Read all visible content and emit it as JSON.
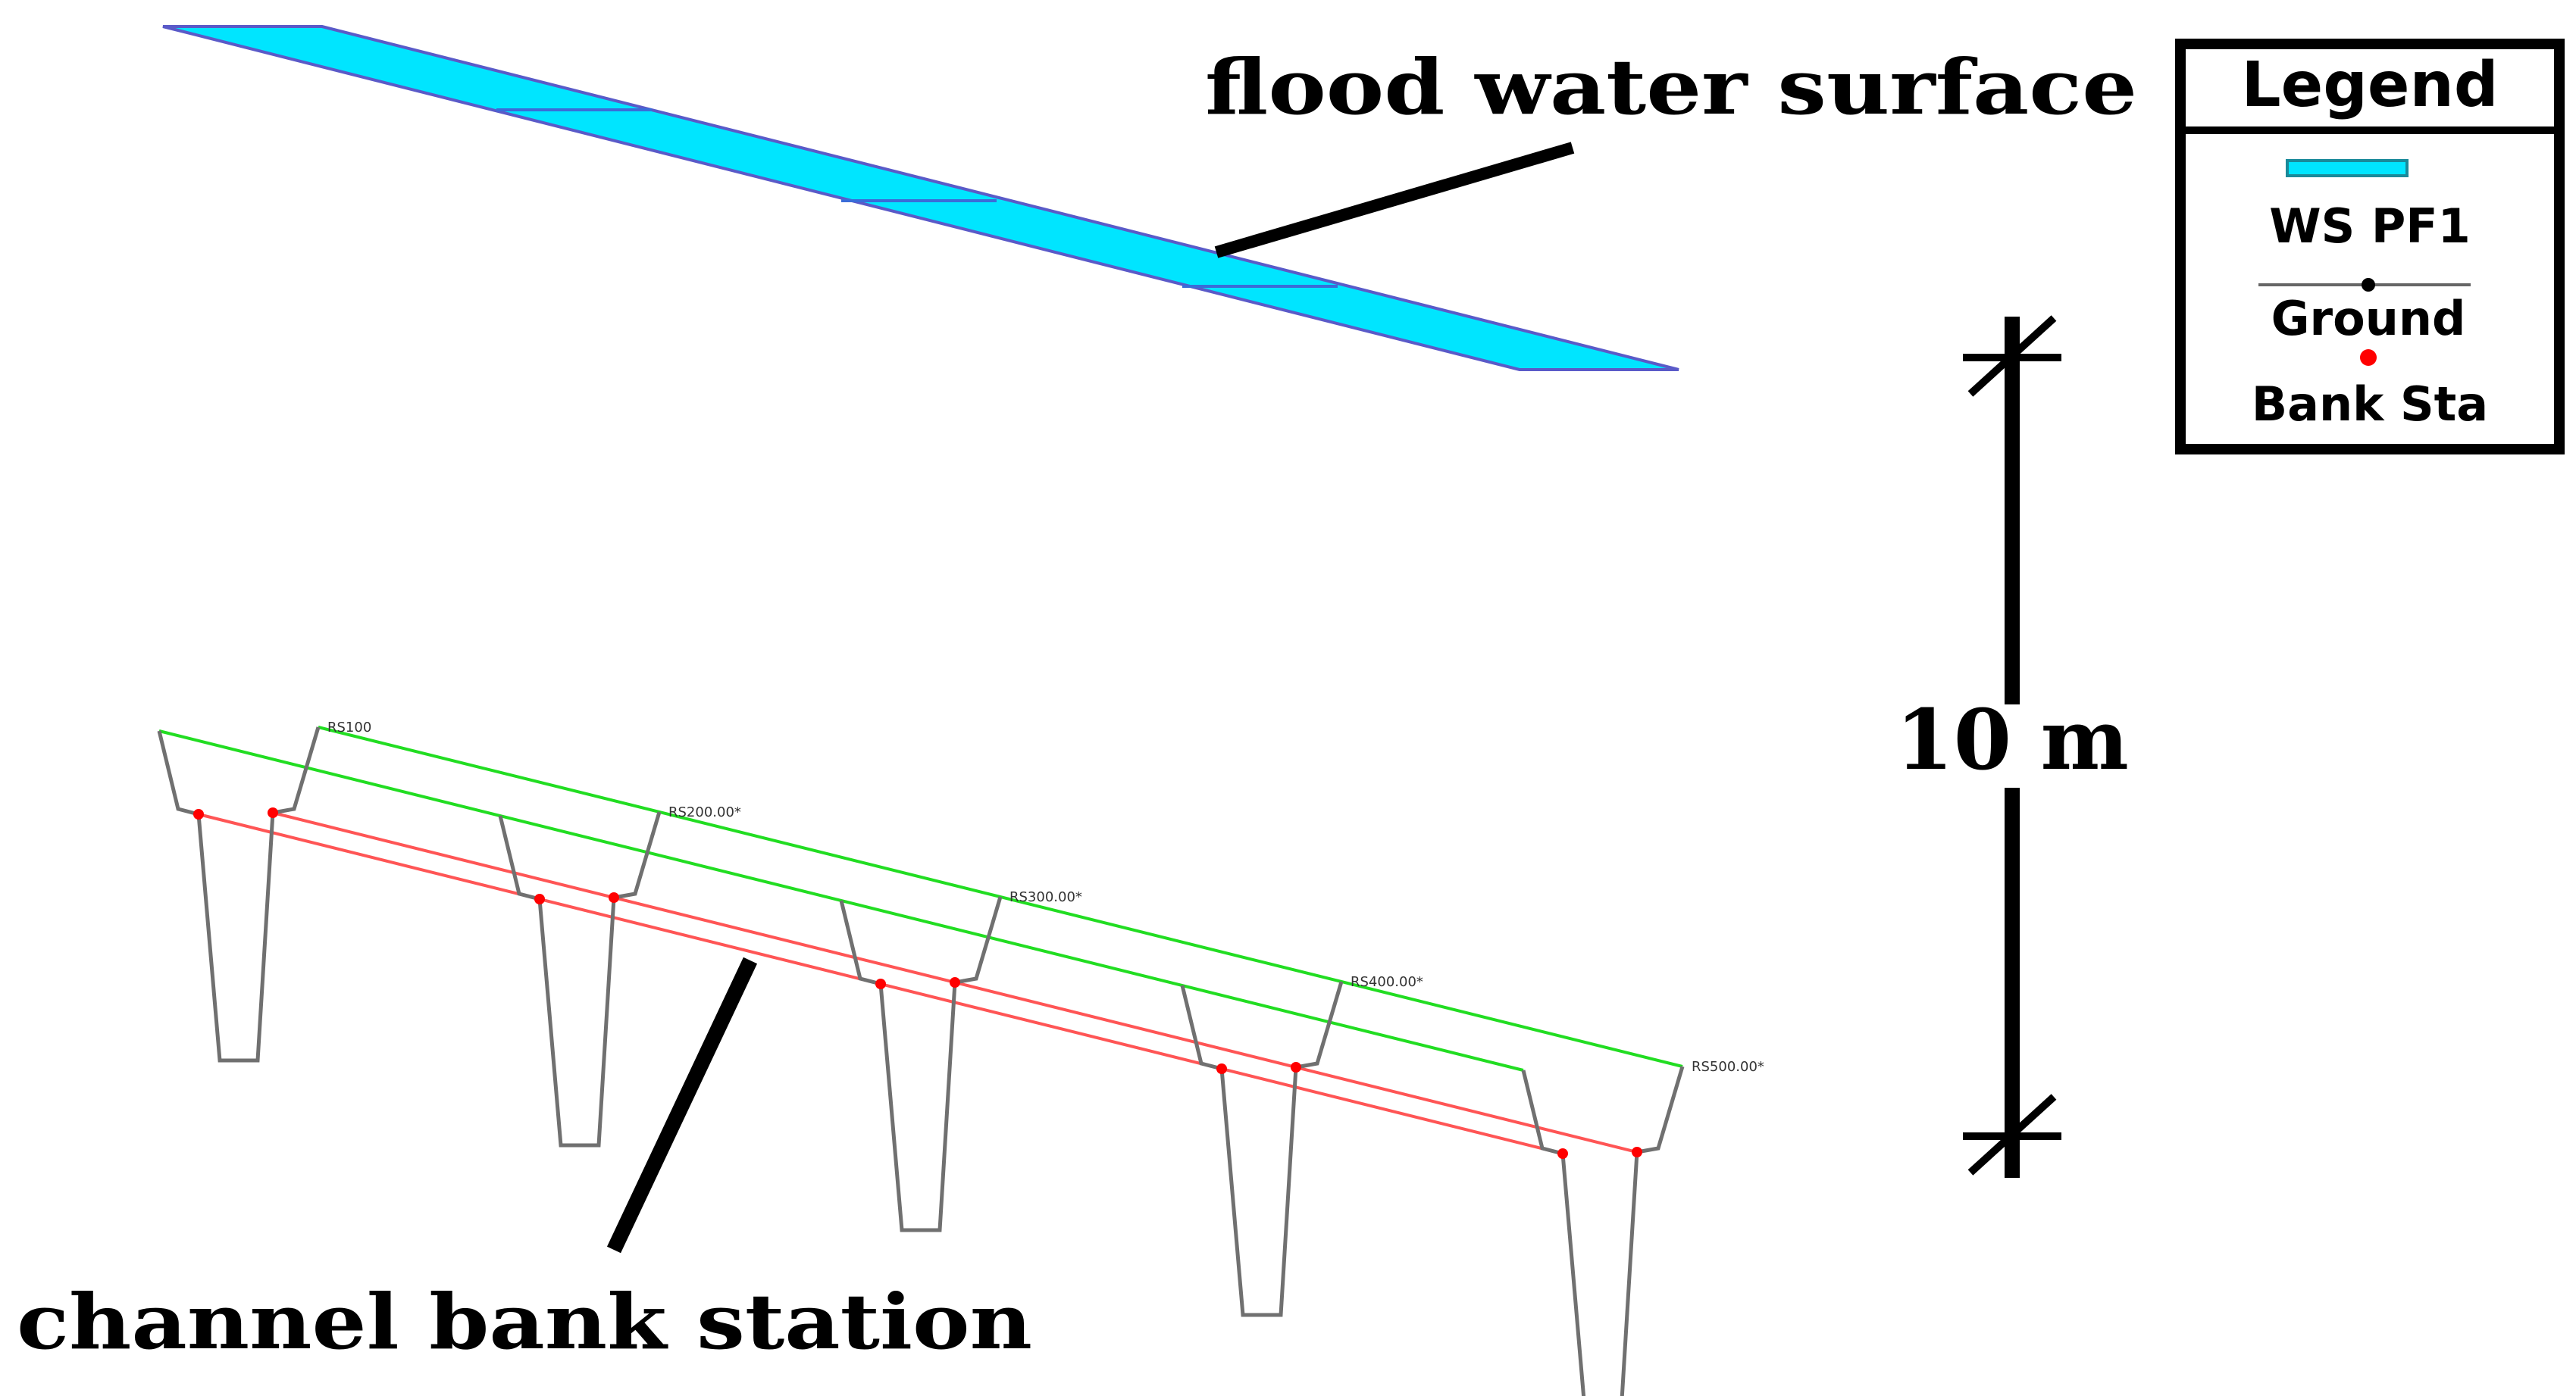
{
  "labels": {
    "flood": "flood water surface",
    "bank": "channel bank station",
    "scale": "10 m"
  },
  "legend": {
    "title": "Legend",
    "ws": "WS PF1",
    "ground": "Ground",
    "bank": "Bank Sta"
  },
  "stations": [
    "RS100",
    "RS200.00*",
    "RS300.00*",
    "RS400.00*",
    "RS500.00*"
  ],
  "colors": {
    "water_fill": "#00e5ff",
    "water_edge": "#5a5ac8",
    "ground": "#707070",
    "bank_line": "#ff5555",
    "bank_point": "#ff0000",
    "green_line": "#22dd22",
    "ink": "#000000"
  }
}
